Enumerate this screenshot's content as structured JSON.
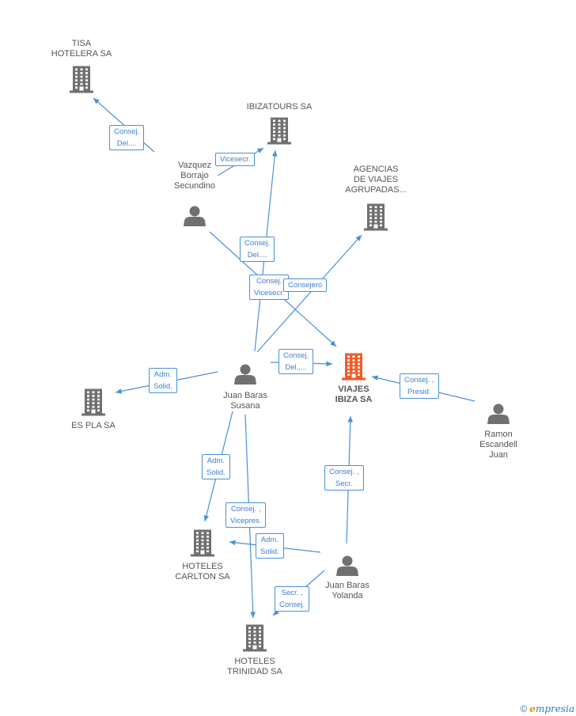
{
  "nodes": [
    {
      "id": "tisa",
      "kind": "company",
      "lines": [
        "TISA",
        "HOTELERA SA"
      ]
    },
    {
      "id": "ibizatours",
      "kind": "company",
      "lines": [
        "IBIZATOURS SA"
      ]
    },
    {
      "id": "agencias",
      "kind": "company",
      "lines": [
        "AGENCIAS",
        "DE VIAJES",
        "AGRUPADAS..."
      ]
    },
    {
      "id": "viajes",
      "kind": "company",
      "main": true,
      "lines": [
        "VIAJES",
        "IBIZA SA"
      ]
    },
    {
      "id": "espla",
      "kind": "company",
      "lines": [
        "ES PLA SA"
      ]
    },
    {
      "id": "carlton",
      "kind": "company",
      "lines": [
        "HOTELES",
        "CARLTON SA"
      ]
    },
    {
      "id": "trinidad",
      "kind": "company",
      "lines": [
        "HOTELES",
        "TRINIDAD SA"
      ]
    },
    {
      "id": "vazquez",
      "kind": "person",
      "lines": [
        "Vazquez",
        "Borrajo",
        "Secundino"
      ]
    },
    {
      "id": "susana",
      "kind": "person",
      "lines": [
        "Juan Baras",
        "Susana"
      ]
    },
    {
      "id": "ramon",
      "kind": "person",
      "lines": [
        "Ramon",
        "Escandell",
        "Juan"
      ]
    },
    {
      "id": "yolanda",
      "kind": "person",
      "lines": [
        "Juan Baras",
        "Yolanda"
      ]
    }
  ],
  "edges": [
    {
      "from": "vazquez",
      "to": "tisa",
      "lines": [
        "Consej.",
        "Del...."
      ]
    },
    {
      "from": "vazquez",
      "to": "ibizatours",
      "lines": [
        "Vicesecr."
      ]
    },
    {
      "from": "vazquez",
      "to": "viajes",
      "lines": [
        "Consej.",
        "Del...."
      ]
    },
    {
      "from": "susana",
      "to": "ibizatours",
      "lines": [
        "Consej.",
        "Vicesecr."
      ]
    },
    {
      "from": "susana",
      "to": "agencias",
      "lines": [
        "Consejero"
      ]
    },
    {
      "from": "susana",
      "to": "viajes",
      "lines": [
        "Consej.",
        "Del.,..."
      ]
    },
    {
      "from": "susana",
      "to": "espla",
      "lines": [
        "Adm.",
        "Solid."
      ]
    },
    {
      "from": "susana",
      "to": "carlton",
      "lines": [
        "Adm.",
        "Solid."
      ]
    },
    {
      "from": "susana",
      "to": "trinidad",
      "lines": [
        "Consej. ,",
        "Vicepres."
      ]
    },
    {
      "from": "ramon",
      "to": "viajes",
      "lines": [
        "Consej. ,",
        "Presid."
      ]
    },
    {
      "from": "yolanda",
      "to": "viajes",
      "lines": [
        "Consej. ,",
        "Secr."
      ]
    },
    {
      "from": "yolanda",
      "to": "carlton",
      "lines": [
        "Adm.",
        "Solid."
      ]
    },
    {
      "from": "yolanda",
      "to": "trinidad",
      "lines": [
        "Secr. ,",
        "Consej."
      ]
    }
  ],
  "footer": {
    "copyright": "©",
    "brand_initial": "e",
    "brand_rest": "mpresia"
  },
  "colors": {
    "edge": "#4a90d9",
    "icon": "#707070",
    "main_icon": "#f05a28",
    "label_text": "#3b7dd8"
  }
}
